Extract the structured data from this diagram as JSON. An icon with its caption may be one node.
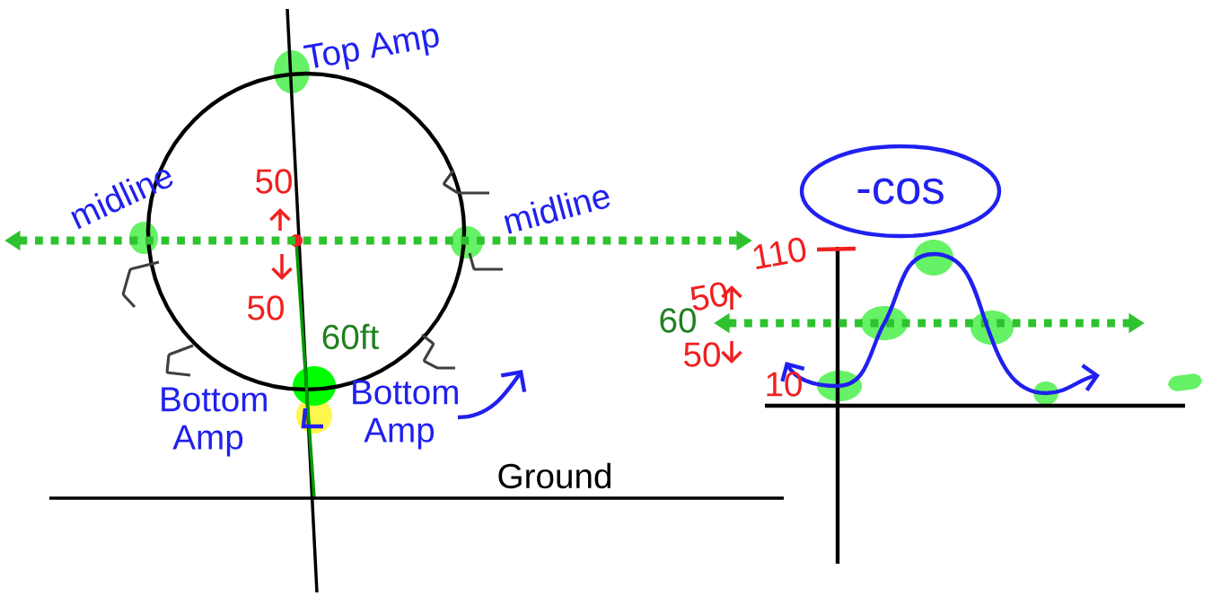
{
  "diagram": {
    "nodes": [
      {
        "text": [
          "-cos"
        ]
      }
    ],
    "labels": [
      "Top Amp",
      "midline",
      "midline",
      "50",
      "50",
      "60ft",
      "Bottom Amp",
      "Bottom Amp",
      "Ground",
      "110",
      "50",
      "60",
      "50",
      "10"
    ]
  }
}
